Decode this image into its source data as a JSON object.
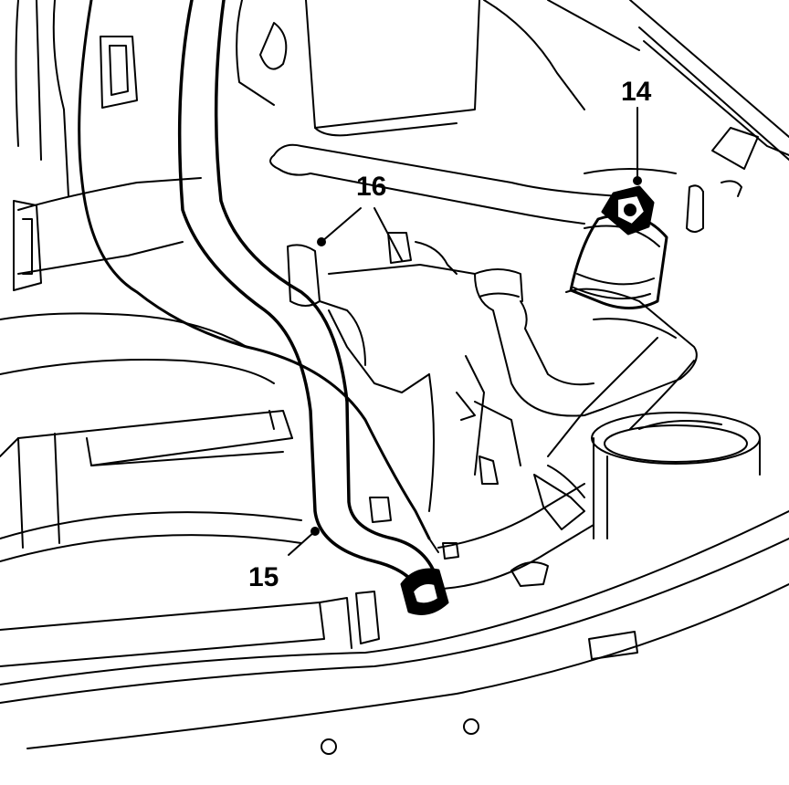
{
  "diagram": {
    "callouts": [
      {
        "id": "14",
        "text": "14"
      },
      {
        "id": "16",
        "text": "16"
      },
      {
        "id": "15",
        "text": "15"
      }
    ],
    "colors": {
      "line": "#000000",
      "fill": "#ffffff"
    }
  }
}
